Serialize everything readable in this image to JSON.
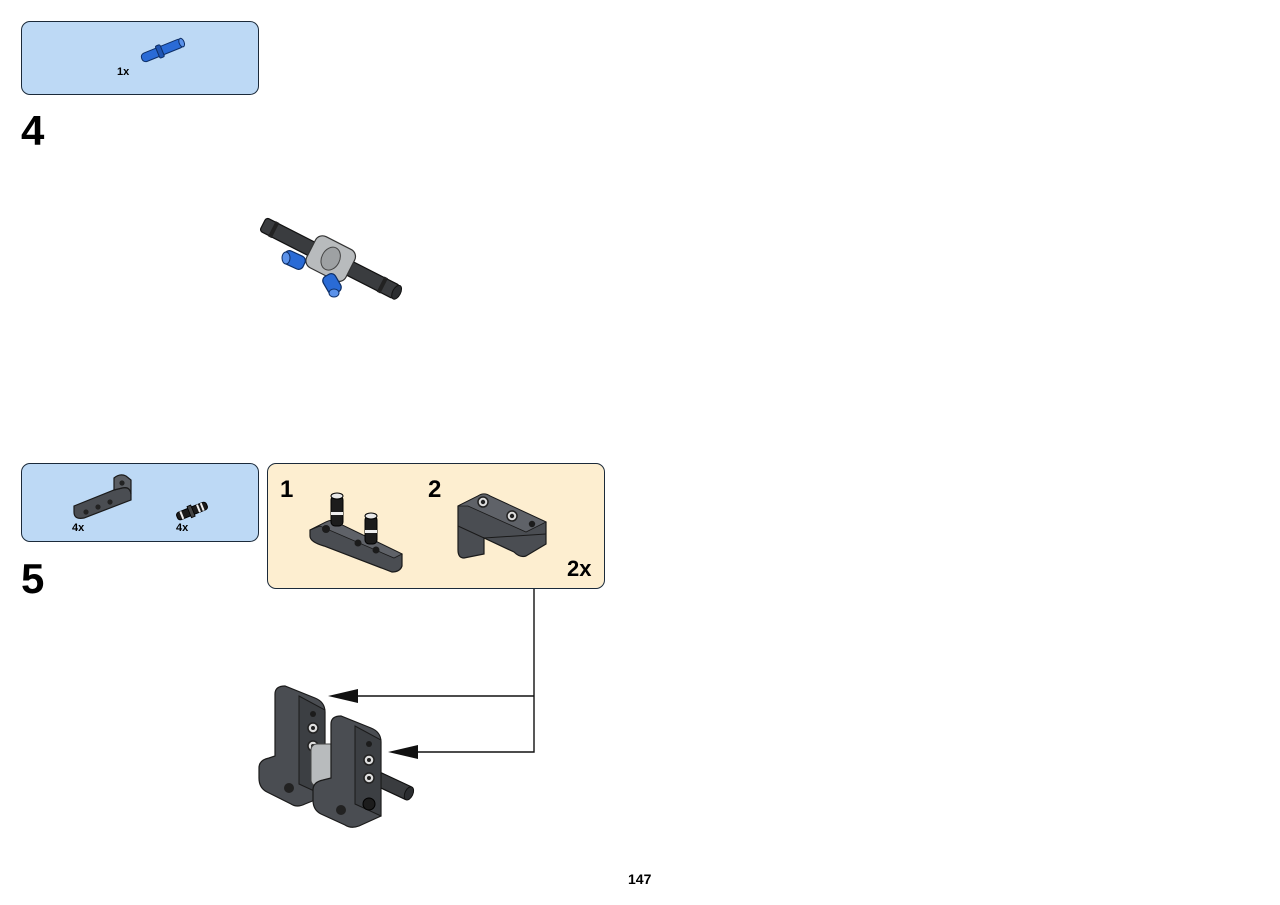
{
  "step4": {
    "number": "4",
    "parts": [
      {
        "name": "blue-axle-pin",
        "qty": "1x",
        "color": "#2a6bd6"
      }
    ]
  },
  "step5": {
    "number": "5",
    "parts": [
      {
        "name": "dark-gray-l-beam",
        "qty": "4x",
        "color": "#4a4d52"
      },
      {
        "name": "black-friction-pin",
        "qty": "4x",
        "color": "#1c1c1c"
      }
    ],
    "substeps": [
      {
        "number": "1"
      },
      {
        "number": "2"
      }
    ],
    "multiplier": "2x"
  },
  "page": {
    "number": "147"
  },
  "colors": {
    "parts_box": "#bdd9f5",
    "sub_box": "#fdeed0",
    "beam": "#4a4d52",
    "light_gray": "#b8bbbd",
    "blue": "#2a6bd6"
  }
}
